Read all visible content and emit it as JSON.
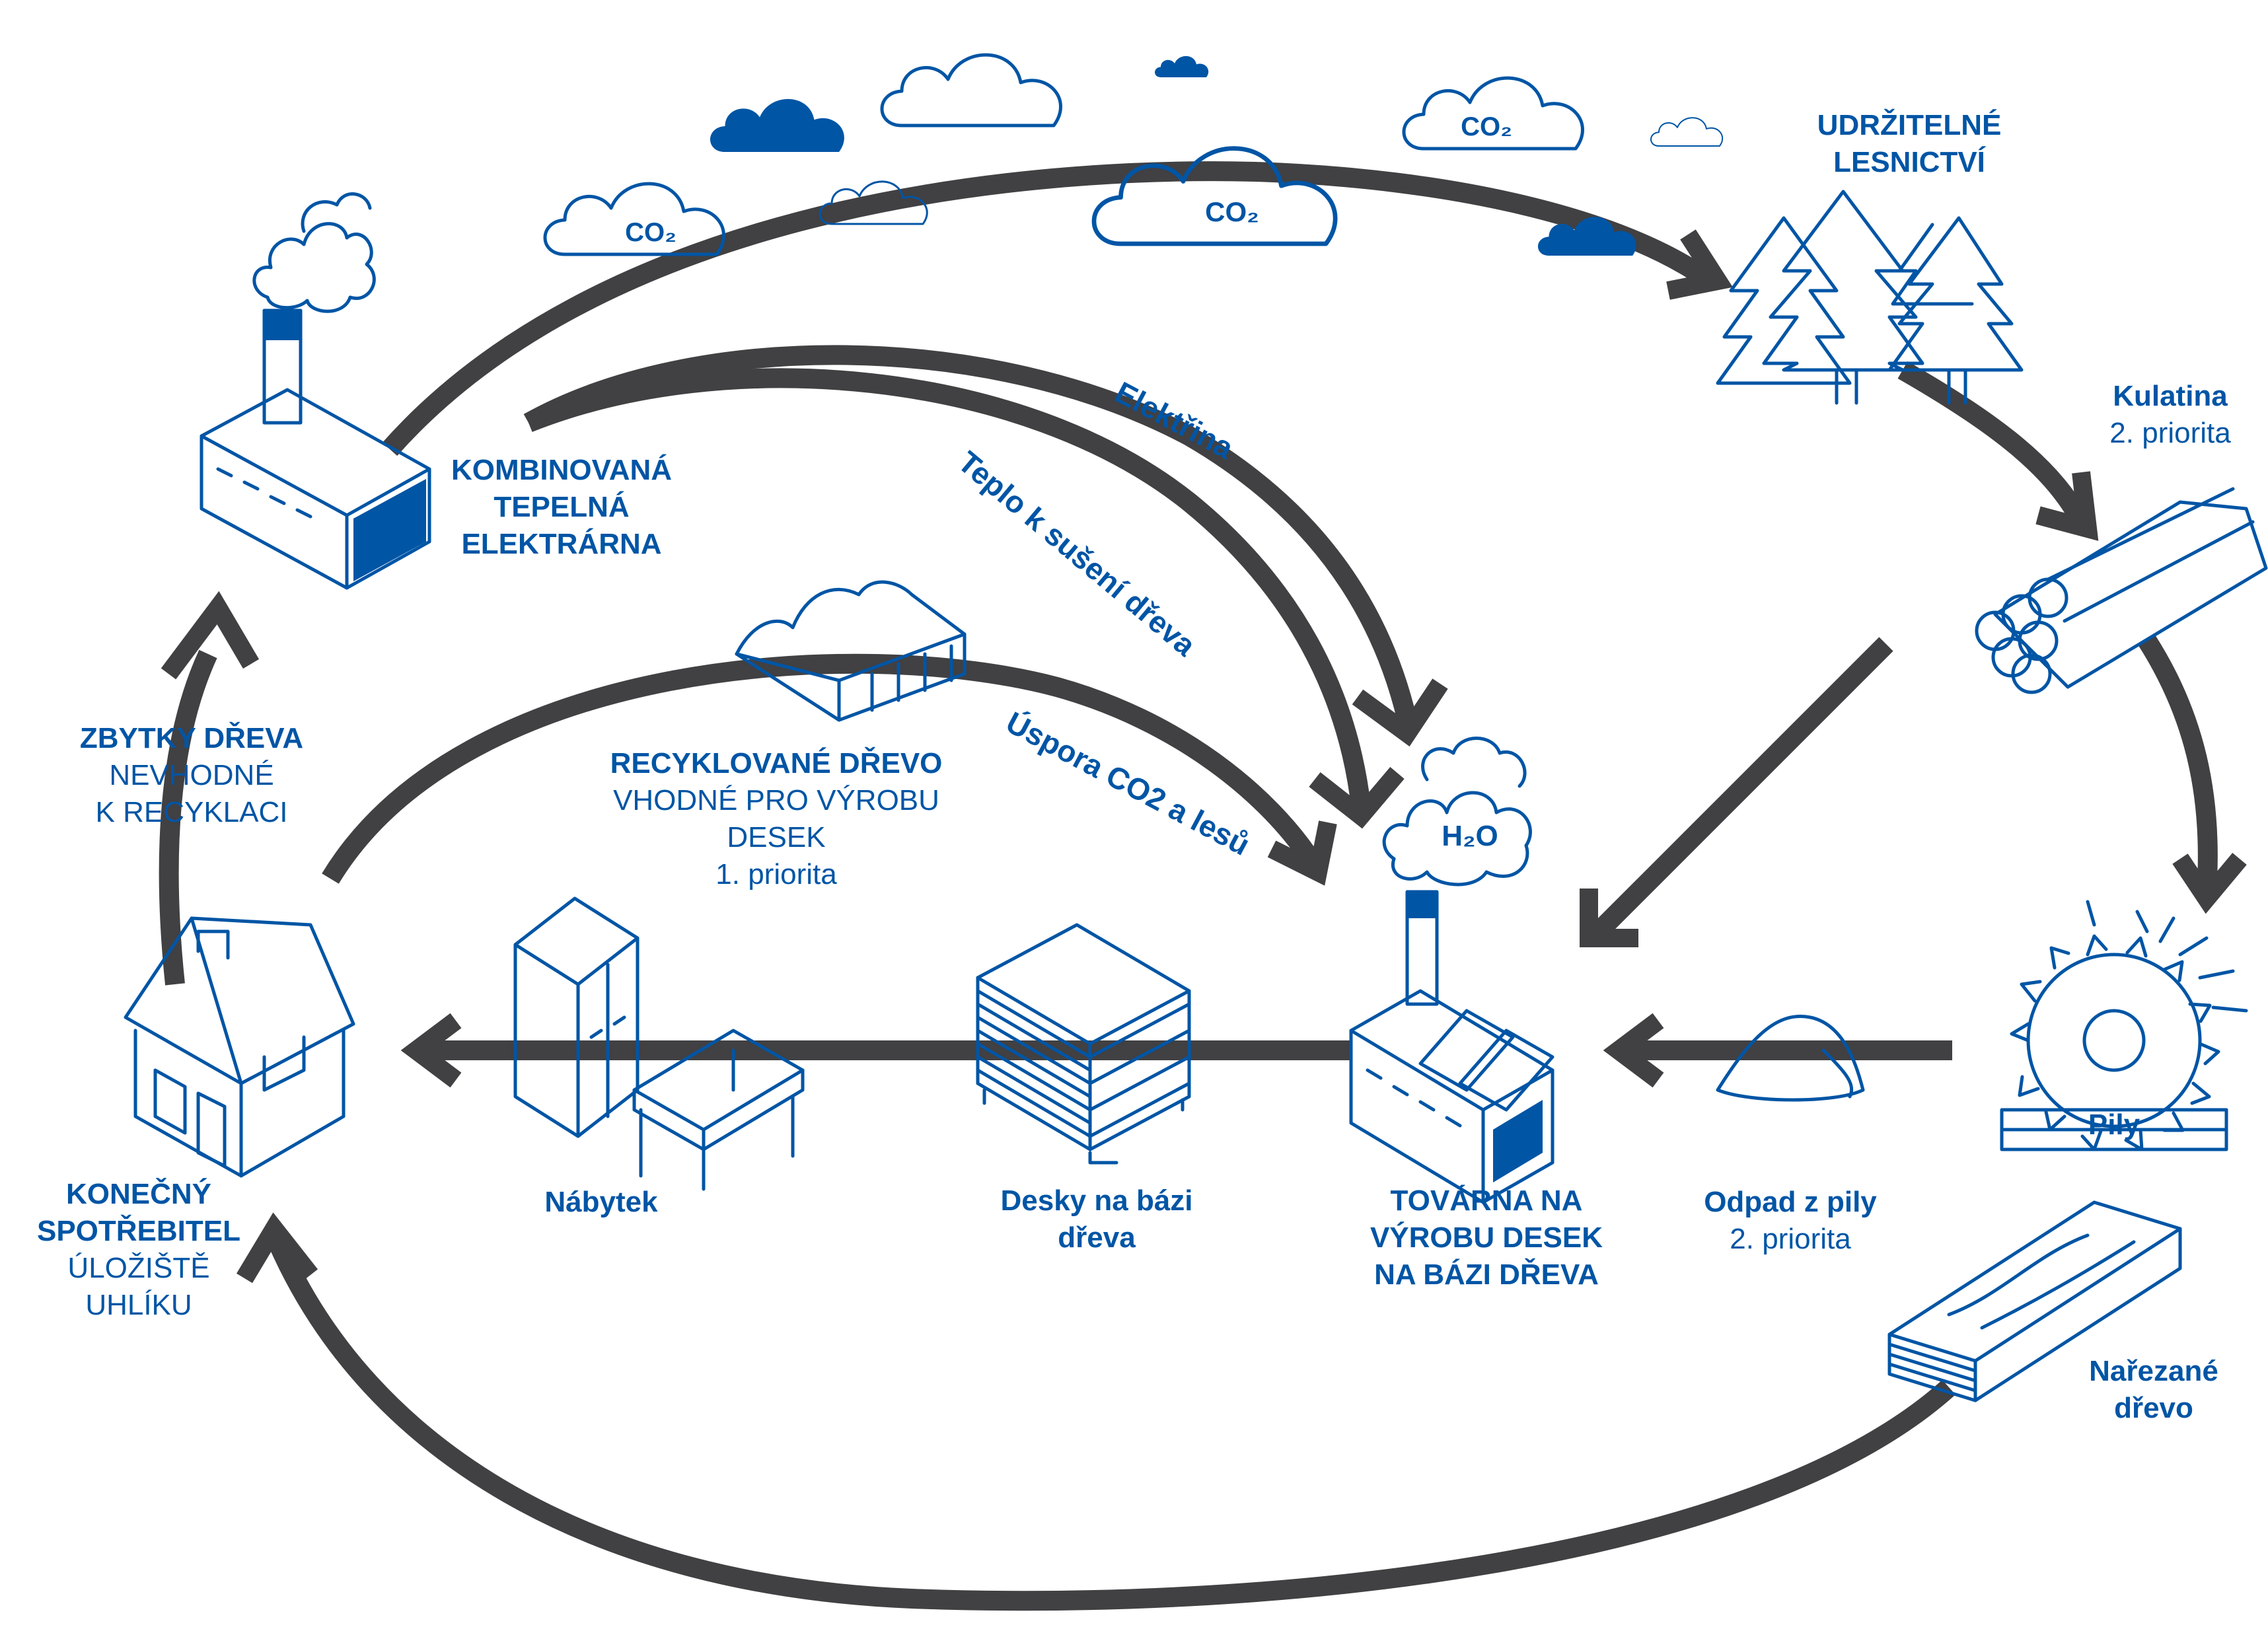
{
  "nodes": {
    "forestry": {
      "title_l1": "UDRŽITELNÉ",
      "title_l2": "LESNICTVÍ"
    },
    "logs": {
      "title": "Kulatina",
      "priority": "2. priorita"
    },
    "sawmill": {
      "title": "Pily"
    },
    "sawn_wood": {
      "title_l1": "Nařezané",
      "title_l2": "dřevo"
    },
    "sawmill_waste": {
      "title": "Odpad z pily",
      "priority": "2. priorita"
    },
    "factory": {
      "title_l1": "TOVÁRNA NA",
      "title_l2": "VÝROBU DESEK",
      "title_l3": "NA BÁZI DŘEVA",
      "smoke_label": "H2O"
    },
    "boards": {
      "title_l1": "Desky na bázi",
      "title_l2": "dřeva"
    },
    "furniture": {
      "title": "Nábytek"
    },
    "consumer": {
      "title_l1": "KONEČNÝ",
      "title_l2": "SPOTŘEBITEL",
      "subtitle": "ÚLOŽIŠTĚ UHLÍKU"
    },
    "wood_residues": {
      "title": "ZBYTKY DŘEVA",
      "sub_l1": "NEVHODNÉ",
      "sub_l2": "K RECYKLACI"
    },
    "chp_plant": {
      "title_l1": "KOMBINOVANÁ",
      "title_l2": "TEPELNÁ",
      "title_l3": "ELEKTRÁRNA"
    },
    "recycled_wood": {
      "title": "RECYKLOVANÉ DŘEVO",
      "sub": "VHODNÉ PRO VÝROBU DESEK",
      "priority": "1. priorita"
    }
  },
  "flows": {
    "electricity": "Elektřina",
    "heat": "Teplo k sušení dřeva",
    "savings": "Úspora CO2 a lesů"
  },
  "clouds": {
    "co2_label": "CO2"
  },
  "colors": {
    "brand_blue": "#0055a5",
    "arrow_gray": "#414042",
    "background": "#ffffff"
  },
  "icons": [
    "cloud-icon",
    "tree-icon",
    "log-pile-icon",
    "saw-blade-icon",
    "sawdust-icon",
    "lumber-icon",
    "factory-icon",
    "board-stack-icon",
    "wardrobe-icon",
    "table-icon",
    "house-icon",
    "power-plant-icon",
    "container-icon"
  ]
}
